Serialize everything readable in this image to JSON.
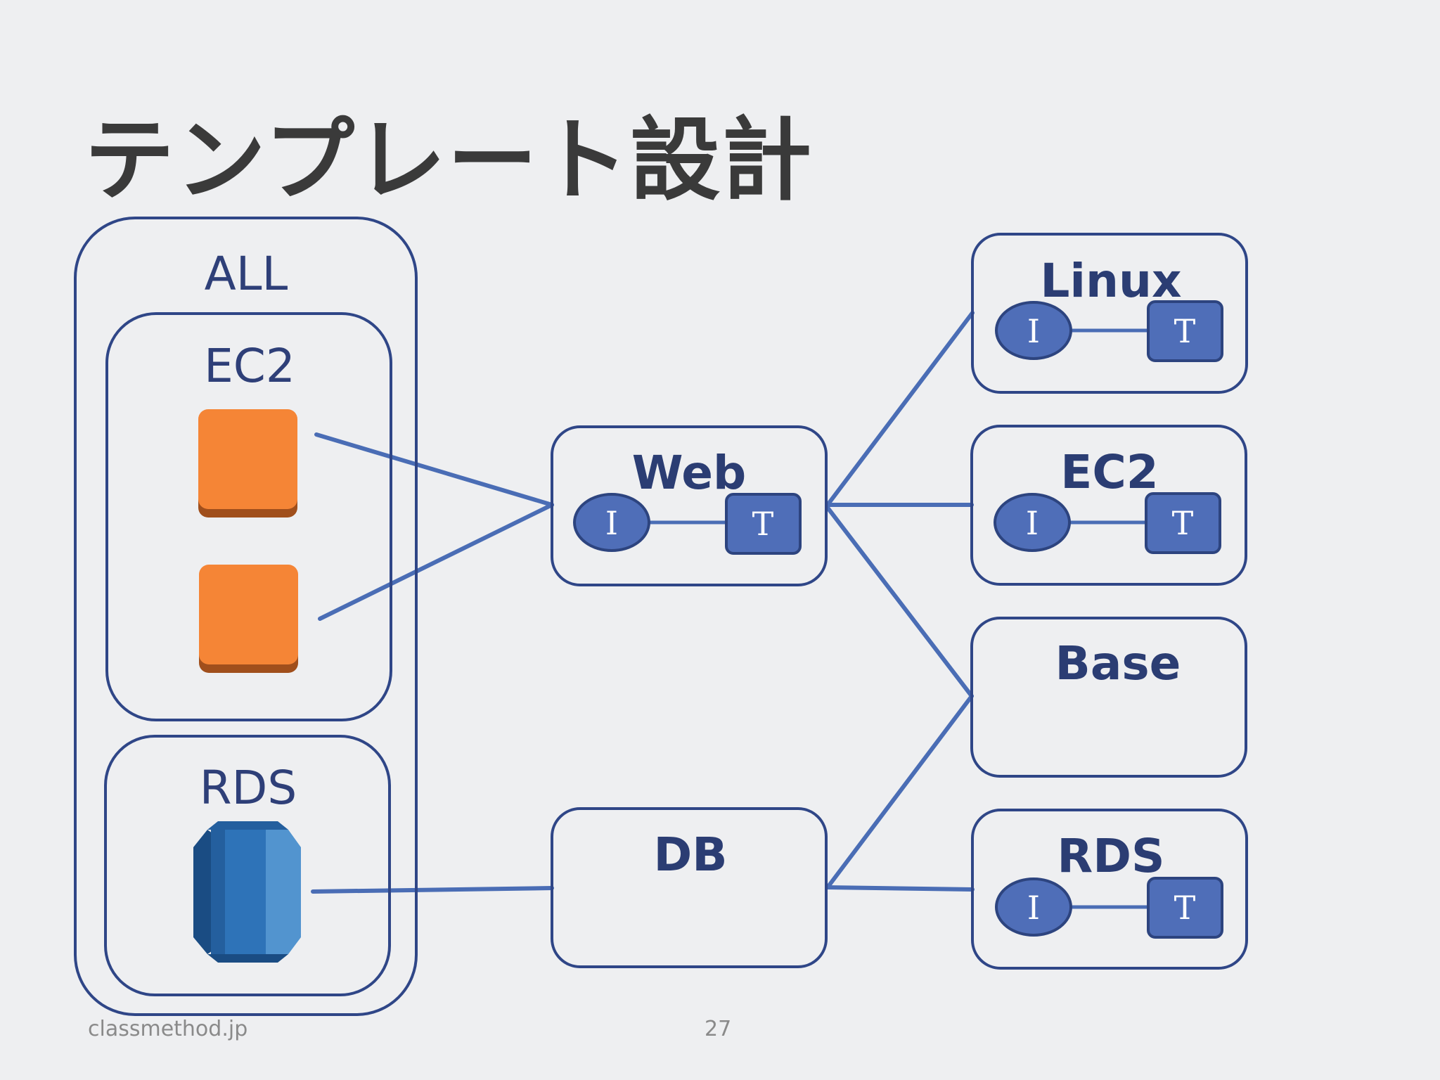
{
  "slide": {
    "title": "テンプレート設計",
    "footer_site": "classmethod.jp",
    "page_number": "27"
  },
  "left_groups": {
    "all_label": "ALL",
    "ec2_label": "EC2",
    "rds_label": "RDS"
  },
  "templates": {
    "web": {
      "label": "Web",
      "instance": "I",
      "template": "T"
    },
    "db": {
      "label": "DB"
    }
  },
  "base_templates": {
    "linux": {
      "label": "Linux",
      "instance": "I",
      "template": "T"
    },
    "ec2": {
      "label": "EC2",
      "instance": "I",
      "template": "T"
    },
    "base": {
      "label": "Base"
    },
    "rds": {
      "label": "RDS",
      "instance": "I",
      "template": "T"
    }
  },
  "colors": {
    "border": "#2f4687",
    "connector": "#4a6db5",
    "node_fill": "#4f6eb8",
    "node_stroke": "#2d447f",
    "ec2_instance": "#f58536",
    "ec2_instance_shadow": "#a04f1c",
    "rds_light": "#5294cf",
    "rds_mid": "#2e73b8",
    "rds_dark": "#1a4c83"
  },
  "icons": {
    "ec2_instance": "ec2-instance-icon",
    "rds_database": "rds-database-icon"
  }
}
